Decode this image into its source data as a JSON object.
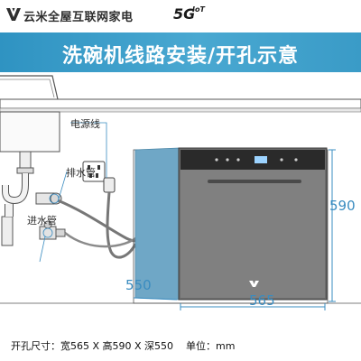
{
  "header": {
    "brand_name": "云米全屋互联网家电",
    "badge_5g": "5G",
    "badge_iot": "IoT",
    "brand_color": "#2e2e2e"
  },
  "banner": {
    "title": "洗碗机线路安装/开孔示意",
    "bg_color": "#3a9bc7"
  },
  "diagram": {
    "callouts": {
      "power_cord": "电源线",
      "drain_hose": "排水管",
      "inlet_hose": "进水管"
    },
    "dimensions": {
      "height": "590",
      "depth": "550",
      "width": "565"
    },
    "appliance_logo": "V",
    "dimension_color": "#3a8cc0",
    "cavity_color": "#6fa7c6"
  },
  "footer": {
    "cutout_spec": "开孔尺寸：宽565 X 高590 X 深550",
    "unit": "单位：mm"
  }
}
